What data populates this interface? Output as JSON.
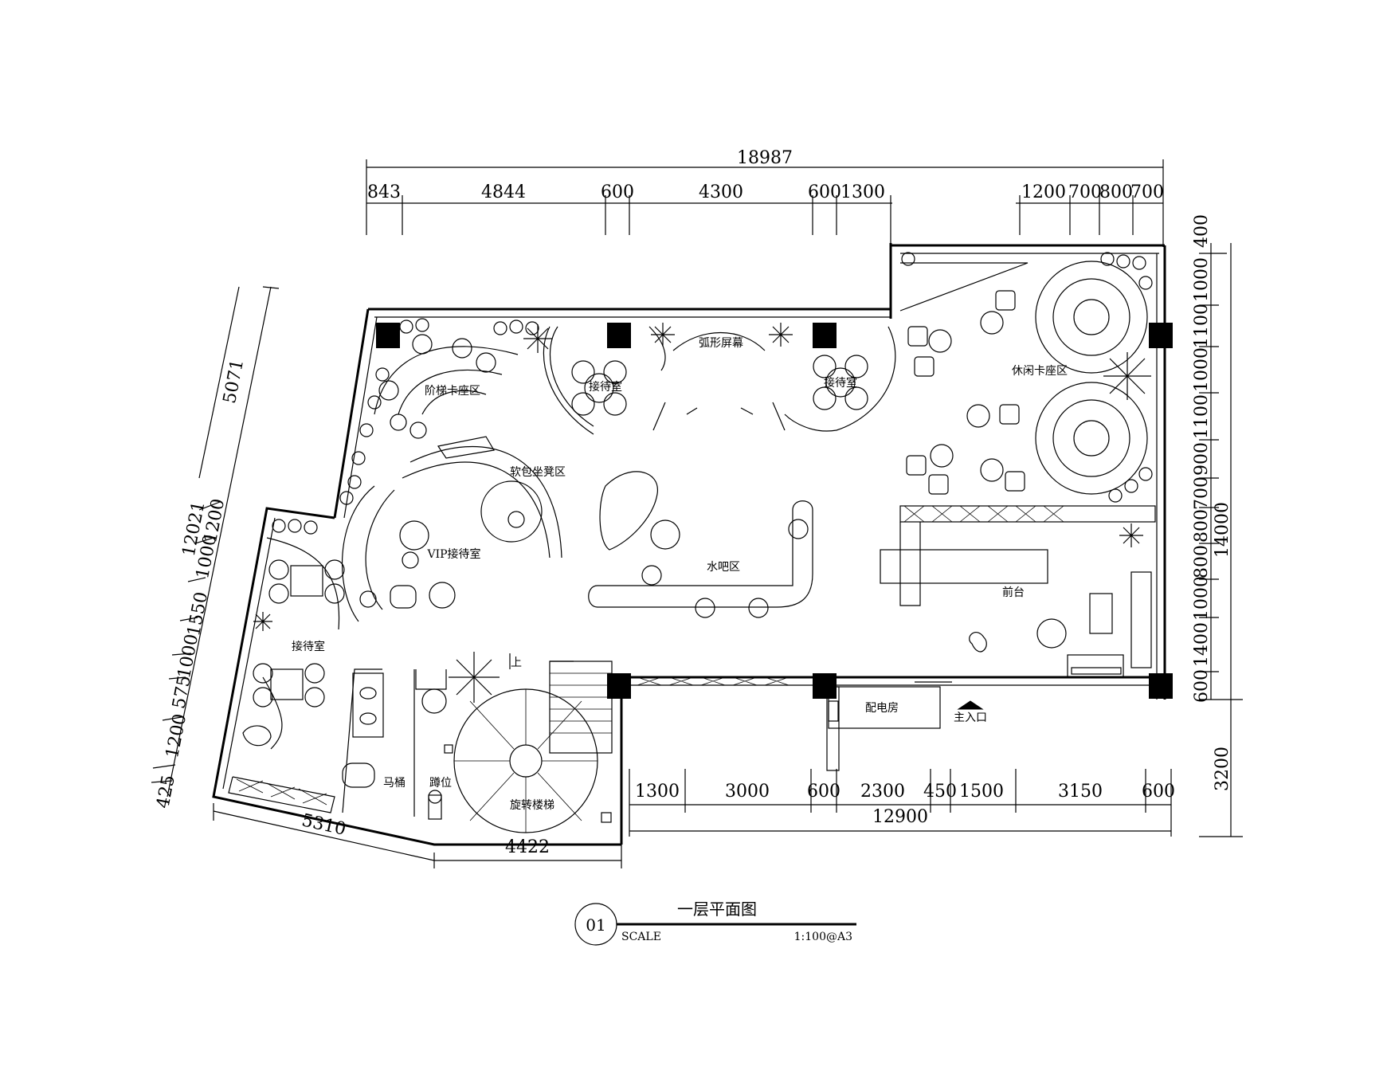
{
  "dimensions": {
    "top_total": "18987",
    "top_segments": [
      "843",
      "4844",
      "600",
      "4300",
      "600",
      "1300",
      "1200",
      "700",
      "800",
      "700"
    ],
    "right_top": "400",
    "right_segments": [
      "1000",
      "1100",
      "1000",
      "1100",
      "900",
      "700",
      "800",
      "800",
      "1000",
      "1400",
      "600"
    ],
    "right_total": "14000",
    "right_bottom": "3200",
    "left_total": "12021",
    "left_top": "5071",
    "left_segments": [
      "1200",
      "1000",
      "1550",
      "1000",
      "575",
      "1200",
      "425"
    ],
    "bottom_segments": [
      "1300",
      "3000",
      "600",
      "2300",
      "450",
      "1500",
      "3150",
      "600"
    ],
    "bottom_total": "12900",
    "bottom_left": "5310",
    "bottom_mid": "4422"
  },
  "rooms": {
    "arc_booth": "阶梯卡座区",
    "reception_a": "接待室",
    "arc_screen": "弧形屏幕",
    "reception_b": "接待室",
    "leisure_booth": "休闲卡座区",
    "sofa_area": "软包坐凳区",
    "vip_reception": "VIP接待室",
    "water_bar": "水吧区",
    "front_desk": "前台",
    "reception_c": "接待室",
    "power_room": "配电房",
    "main_entrance": "主入口",
    "toilet": "马桶",
    "squat": "蹲位",
    "spiral_stair": "旋转楼梯",
    "up": "上"
  },
  "title": {
    "number": "01",
    "name": "一层平面图",
    "scale_label": "SCALE",
    "scale_value": "1:100@A3"
  }
}
